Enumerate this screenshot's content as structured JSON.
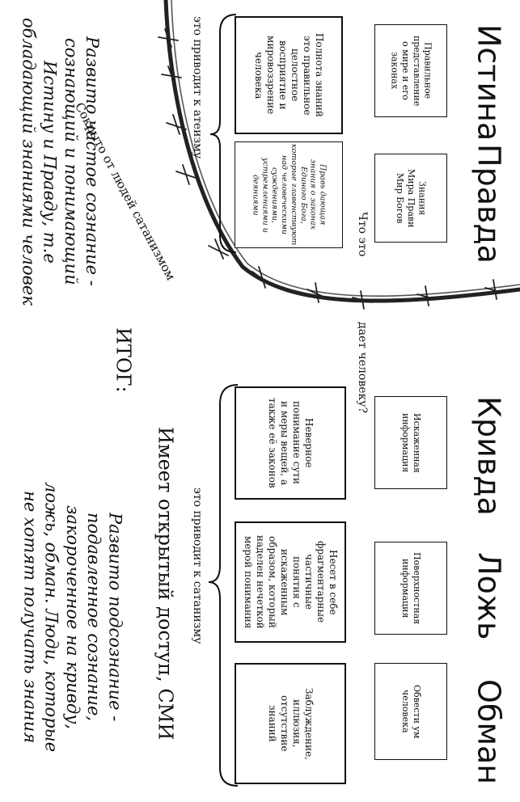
{
  "columns": [
    {
      "title": "Истина",
      "definition": "Правильное\nпредставление\nо мире и его\nзаконах"
    },
    {
      "title": "Правда",
      "definition": "Знания\nМира Прави\nМир Богов"
    },
    {
      "title": "Кривда",
      "definition": "Искаженная\nинформация"
    },
    {
      "title": "Ложь",
      "definition": "Поверхностная\nинформация"
    },
    {
      "title": "Обман",
      "definition": "Обвести ум\nчеловека"
    }
  ],
  "question": [
    "Что это",
    "дает человеку?"
  ],
  "effects": [
    "Полнота знаний\nэто правильное\nцелостное\nвосприятие и\nмировоззрение\nчеловека",
    "Правь дающая\nзнания о законах\nЕдиного Бога,\nкоторые главенствуют\nнад человеческими\nсуждениями,\nустремлениями и\nдеяниями",
    "Неверное\nпонимание сути\nи меры вещей, а\nтакже её законов",
    "Несет в себе\nфрагментарные\nчастичные\nпонятия с\nискаженным\nобразом, который\nнаделен нечеткой\nмерой понимания",
    "Заблуждение,\nиллюзия,\nотсутствие\nзнаний"
  ],
  "leads_to_atheism": "это приводит к атеизму",
  "leads_to_satanism": "это приводит к сатанизму",
  "hidden_by_satanism": "Сокрыто от людей сатанизмом",
  "open_access": "Имеет открытый доступ, СМИ",
  "result_label": "ИТОГ:",
  "result_good": "Развито чистое сознание -\nсознающий и понимающий\nИстину и Правду, т.е\nобладающий знаниями человек",
  "result_bad": "Развито подсознание -\nподавленное сознание,\nзакорoченное на кривду,\nложь, обман. Люди, которые\nне хотят получать знания"
}
